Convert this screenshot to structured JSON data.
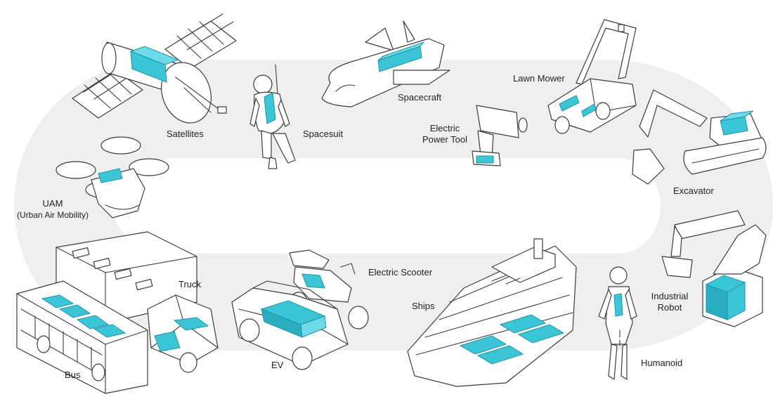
{
  "labels": {
    "satellites": "Satellites",
    "spacesuit": "Spacesuit",
    "spacecraft": "Spacecraft",
    "electric_power_tool_line1": "Electric",
    "electric_power_tool_line2": "Power Tool",
    "lawn_mower": "Lawn Mower",
    "excavator": "Excavator",
    "uam_line1": "UAM",
    "uam_line2": "(Urban Air Mobility)",
    "industrial_robot_line1": "Industrial",
    "industrial_robot_line2": "Robot",
    "truck": "Truck",
    "bus": "Bus",
    "electric_scooter": "Electric Scooter",
    "ev": "EV",
    "ships": "Ships",
    "humanoid": "Humanoid"
  },
  "colors": {
    "track": "#efefef",
    "battery": "#3bc6d8",
    "outline": "#3c3c3c"
  }
}
